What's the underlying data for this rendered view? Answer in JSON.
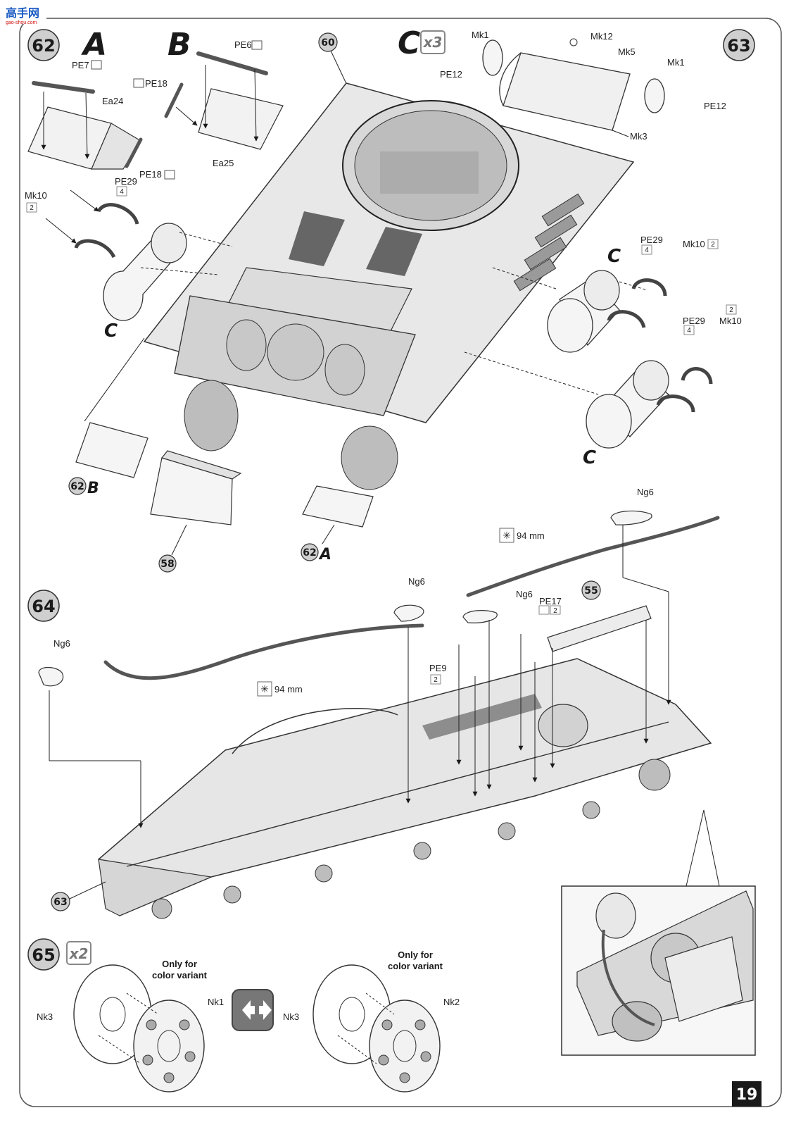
{
  "header": {
    "logo_text": "高手网",
    "logo_url_text": "gao-shou.com"
  },
  "steps": {
    "s62": "62",
    "s63": "63",
    "s64": "64",
    "s65": "65"
  },
  "refs": {
    "r60": "60",
    "r58": "58",
    "r55": "55",
    "r63": "63",
    "r62b": "62",
    "r62a": "62"
  },
  "letters": {
    "A": "A",
    "B": "B",
    "C": "C",
    "x3": "x3",
    "x2": "x2"
  },
  "parts": {
    "pe7": "PE7",
    "pe6": "PE6",
    "pe18_top": "PE18",
    "pe18_bot": "PE18",
    "ea24": "Ea24",
    "ea25": "Ea25",
    "mk10_left": "Mk10",
    "mk10_left_qty": "2",
    "pe29_left": "PE29",
    "pe29_left_qty": "4",
    "mk1_left": "Mk1",
    "mk12": "Mk12",
    "mk5": "Mk5",
    "mk1_right": "Mk1",
    "pe12_left": "PE12",
    "pe12_right": "PE12",
    "mk3": "Mk3",
    "pe29_r1": "PE29",
    "pe29_r1_qty": "4",
    "mk10_r1": "Mk10",
    "mk10_r1_qty": "2",
    "pe29_r2": "PE29",
    "pe29_r2_qty": "4",
    "mk10_r2": "Mk10",
    "mk10_r2_qty": "2",
    "ng6_a": "Ng6",
    "ng6_b": "Ng6",
    "ng6_c": "Ng6",
    "ng6_d": "Ng6",
    "pe17": "PE17",
    "pe17_qty": "2",
    "pe9": "PE9",
    "pe9_qty": "2",
    "len_a": "94 mm",
    "len_b": "94 mm",
    "nk3_a": "Nk3",
    "nk1": "Nk1",
    "nk3_b": "Nk3",
    "nk2": "Nk2"
  },
  "notes": {
    "variant_a_l1": "Only for",
    "variant_a_l2": "color variant",
    "variant_b_l1": "Only for",
    "variant_b_l2": "color variant"
  },
  "footer": {
    "page_number": "19"
  }
}
